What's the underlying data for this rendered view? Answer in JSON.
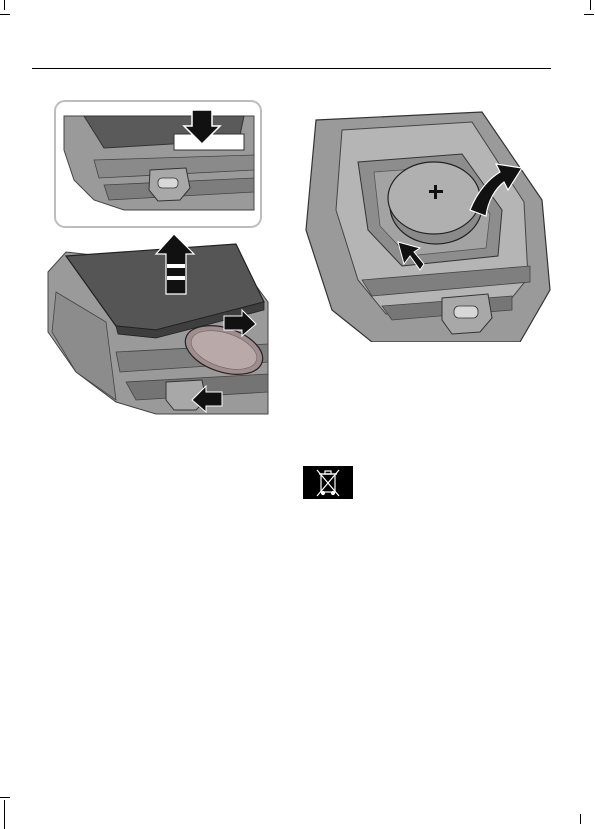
{
  "page": {
    "header_rule": true
  },
  "illustrations": [
    {
      "name": "key-fob-release-illustration",
      "arrow_direction": "down"
    },
    {
      "name": "key-fob-lift-cover-illustration",
      "arrow_direction": "up"
    },
    {
      "name": "key-fob-battery-removal-illustration",
      "battery_symbol": "+"
    }
  ],
  "recycle_symbol": {
    "icon": "crossed-out-wheelie-bin-icon",
    "color": "#000000"
  },
  "colors": {
    "housing": "#9a9a9a",
    "housing_dark": "#6e6e6e",
    "cover": "#555555",
    "arrow_dark": "#111111",
    "arrow_light": "#ffffff"
  }
}
